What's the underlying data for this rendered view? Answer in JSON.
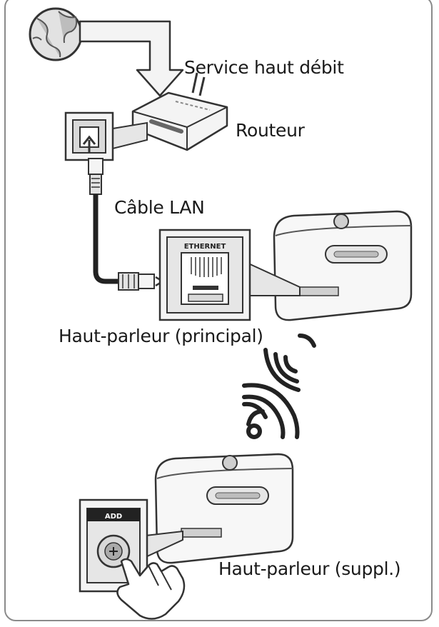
{
  "labels": {
    "broadband": "Service haut débit",
    "router": "Routeur",
    "lan_cable": "Câble LAN",
    "main_speaker": "Haut-parleur (principal)",
    "extra_speaker": "Haut-parleur (suppl.)"
  },
  "port_labels": {
    "ethernet": "ETHERNET",
    "add": "ADD"
  },
  "colors": {
    "stroke": "#333333",
    "frame": "#8a8a8a",
    "fill_light": "#f4f4f4",
    "fill_gray": "#d9d9d9"
  }
}
